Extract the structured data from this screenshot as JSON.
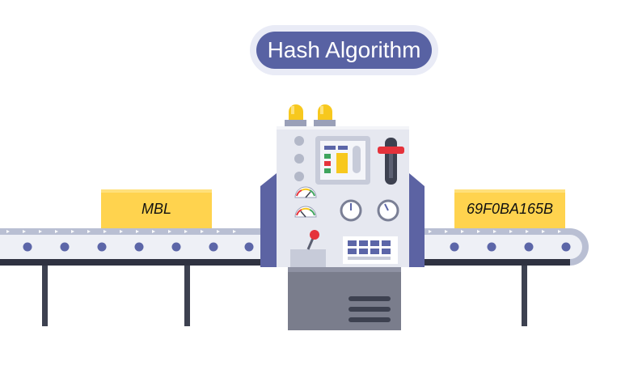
{
  "title": "Hash Algorithm",
  "input_value": "MBL",
  "output_value": "69F0BA165B",
  "colors": {
    "title_bg": "#5862a3",
    "title_ring": "#e9ebf6",
    "box": "#ffd34e",
    "belt": "#b9bfd3",
    "machine_body": "#e6e8f0",
    "machine_side": "#5c63a3",
    "base": "#7a7d8c",
    "roller": "#5c66a8",
    "lamp": "#f7c81e",
    "accent_red": "#e5323b"
  }
}
